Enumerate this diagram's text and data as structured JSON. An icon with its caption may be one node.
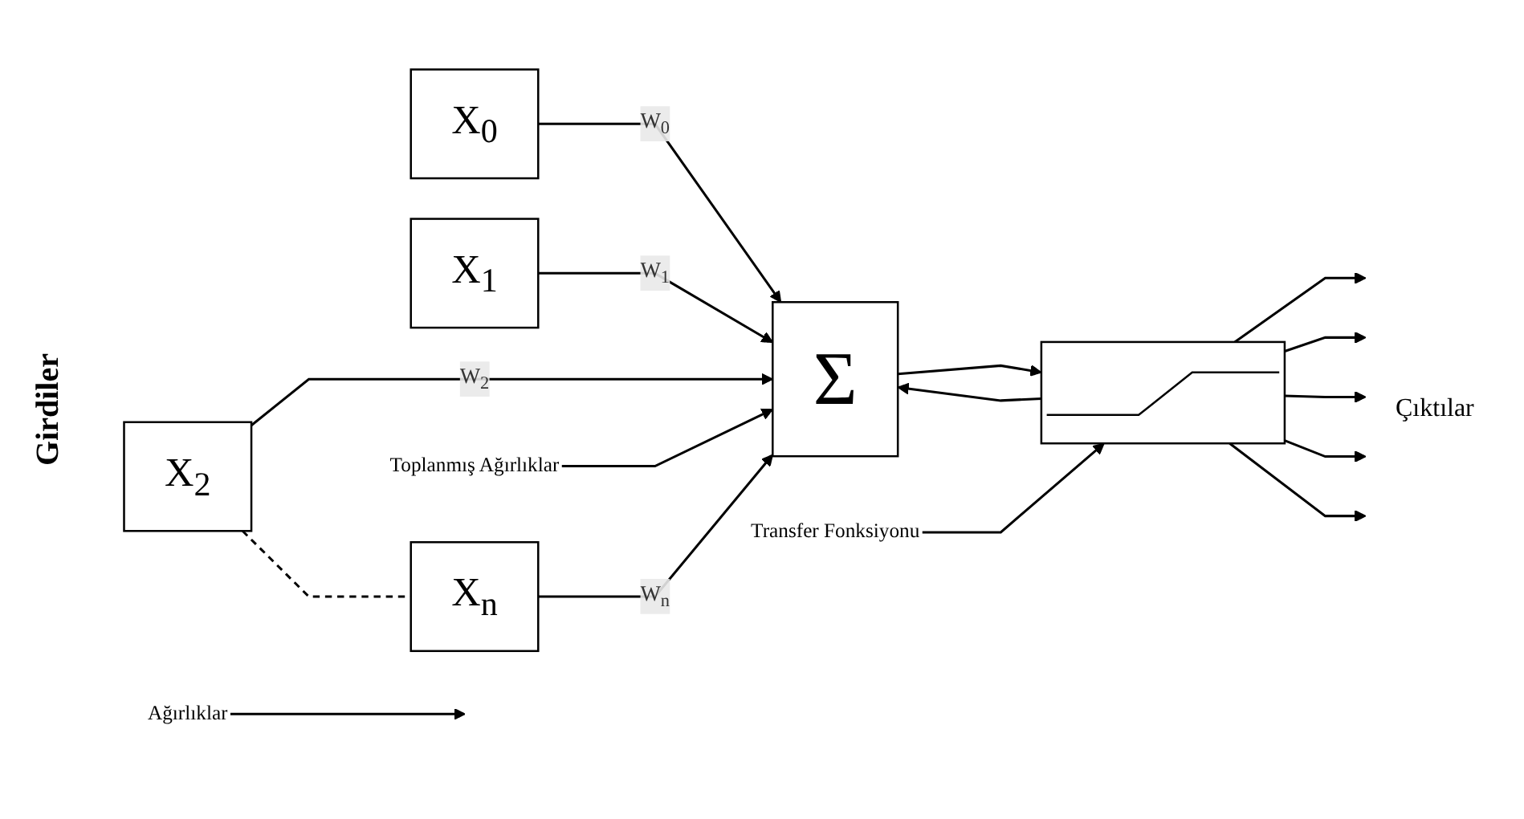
{
  "diagram": {
    "nodes": [
      {
        "text": [
          "X$_{0}$"
        ]
      },
      {
        "text": [
          "X$_{1}$"
        ]
      },
      {
        "text": [
          "X$_{2}$"
        ]
      },
      {
        "text": [
          "X$_{n}$"
        ]
      },
      {
        "text": [
          "Σ"
        ]
      },
      {
        "text": [],
        "shape": "box"
      },
      {
        "text": [
          "Toplanmış Ağırlıklar"
        ]
      },
      {
        "text": [
          "Transfer Fonksiyonu"
        ]
      },
      {
        "text": [
          "Ağırlıklar"
        ]
      }
    ],
    "edges": [
      {
        "from": 0,
        "to": 4,
        "arrow": "to",
        "label": "W$_{0}$"
      },
      {
        "from": 1,
        "to": 4,
        "arrow": "to",
        "label": "W$_{1}$"
      },
      {
        "from": 2,
        "to": 4,
        "arrow": "to",
        "label": "W$_{2}$"
      },
      {
        "from": 3,
        "to": 4,
        "arrow": "to",
        "label": "W$_{n}$"
      },
      {
        "from": 2,
        "to": 3,
        "arrow": "none",
        "style": "dashed"
      },
      {
        "from": 4,
        "to": 5,
        "arrow": "to"
      },
      {
        "from": 5,
        "to": 4,
        "arrow": "to"
      },
      {
        "from": 6,
        "to": 4,
        "arrow": "to"
      },
      {
        "from": 7,
        "to": 5,
        "arrow": "to"
      },
      {
        "from": 8,
        "to": null,
        "arrow": "to"
      },
      {
        "from": 5,
        "to": null,
        "arrow": "to"
      },
      {
        "from": 5,
        "to": null,
        "arrow": "to"
      },
      {
        "from": 5,
        "to": null,
        "arrow": "to"
      },
      {
        "from": 5,
        "to": null,
        "arrow": "to"
      },
      {
        "from": 5,
        "to": null,
        "arrow": "to"
      }
    ],
    "labels": [
      "Girdiler",
      "Çıktılar"
    ]
  }
}
